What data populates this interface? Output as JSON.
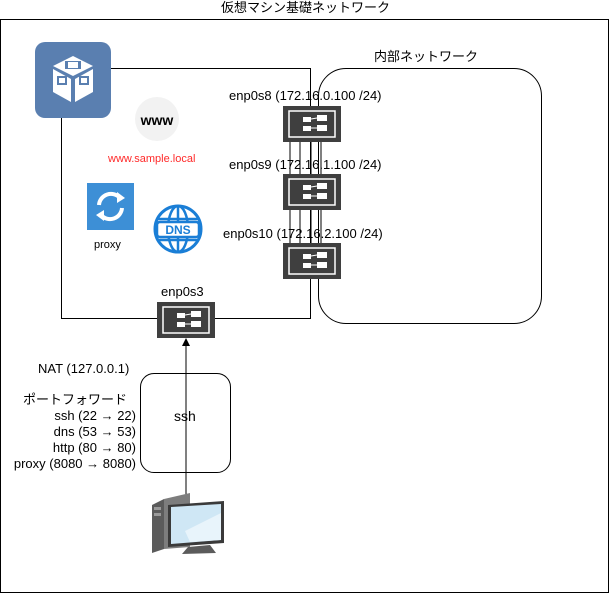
{
  "title": "仮想マシン基礎ネットワーク",
  "internal_network": {
    "label": "内部ネットワーク"
  },
  "vm": {
    "www_label": "www",
    "domain": "www.sample.local",
    "proxy_label": "proxy",
    "dns_label": "DNS"
  },
  "interfaces": [
    {
      "label": "enp0s8 (172.16.0.100 /24)"
    },
    {
      "label": "enp0s9 (172.16.1.100 /24)"
    },
    {
      "label": "enp0s10 (172.16.2.100 /24)"
    }
  ],
  "external_interface": {
    "label": "enp0s3"
  },
  "nat": {
    "label": "NAT (127.0.0.1)",
    "port_forward_title": "ポートフォワード",
    "rules": [
      "ssh (22 → 22)",
      "dns (53 → 53)",
      "http (80 → 80)",
      "proxy (8080 → 8080)"
    ]
  },
  "ssh": {
    "label": "ssh"
  },
  "colors": {
    "virtualbox": "#5a7fb0",
    "domain_text": "#ff2a2a",
    "dns": "#1a7ed6",
    "proxy": "#3d8fd6",
    "nic": "#3f3f3f"
  }
}
